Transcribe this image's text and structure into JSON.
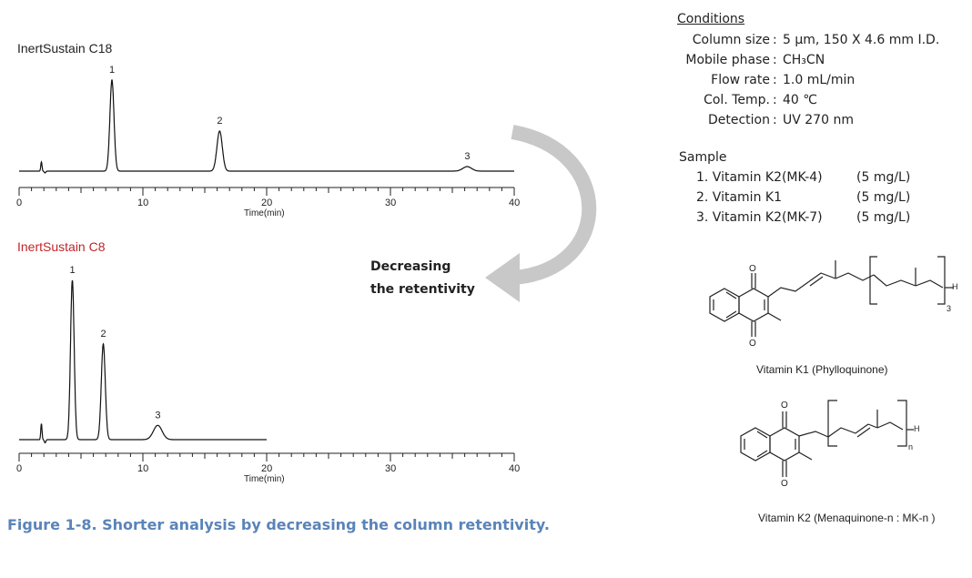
{
  "chart_data": [
    {
      "type": "line",
      "title": "InertSustain C18",
      "xlabel": "Time(min)",
      "xlim": [
        0,
        40
      ],
      "xticks": [
        0,
        10,
        20,
        30,
        40
      ],
      "peaks": [
        {
          "label": "1",
          "time": 7.5,
          "height": 1.0
        },
        {
          "label": "2",
          "time": 16.2,
          "height": 0.44
        },
        {
          "label": "3",
          "time": 36.2,
          "height": 0.05
        }
      ],
      "trace_end": 40
    },
    {
      "type": "line",
      "title": "InertSustain C8",
      "xlabel": "Time(min)",
      "xlim": [
        0,
        40
      ],
      "xticks": [
        0,
        10,
        20,
        30,
        40
      ],
      "peaks": [
        {
          "label": "1",
          "time": 4.3,
          "height": 1.0
        },
        {
          "label": "2",
          "time": 6.8,
          "height": 0.6
        },
        {
          "label": "3",
          "time": 11.2,
          "height": 0.09
        }
      ],
      "trace_end": 20
    }
  ],
  "arrow_text": {
    "line1": "Decreasing",
    "line2": "the retentivity"
  },
  "conditions": {
    "heading": "Conditions",
    "rows": [
      {
        "label": "Column size",
        "value": "5 µm, 150 X 4.6 mm I.D."
      },
      {
        "label": "Mobile phase",
        "value": "CH₃CN"
      },
      {
        "label": "Flow rate",
        "value": "1.0 mL/min"
      },
      {
        "label": "Col. Temp.",
        "value": "40 ℃"
      },
      {
        "label": "Detection",
        "value": "UV 270 nm"
      }
    ]
  },
  "sample": {
    "heading": "Sample",
    "items": [
      {
        "name": "1. Vitamin K2(MK-4)",
        "conc": "(5 mg/L)"
      },
      {
        "name": "2. Vitamin K1",
        "conc": "(5 mg/L)"
      },
      {
        "name": "3. Vitamin K2(MK-7)",
        "conc": "(5 mg/L)"
      }
    ]
  },
  "structures": {
    "k1": {
      "caption": "Vitamin K1 (Phylloquinone)",
      "o": "O",
      "h": "H",
      "sub": "3"
    },
    "k2": {
      "caption": "Vitamin K2 (Menaquinone-n : MK-n )",
      "o": "O",
      "h": "H",
      "sub": "n"
    }
  },
  "caption": "Figure 1-8. Shorter analysis by decreasing the column retentivity.",
  "colors": {
    "c8_title": "#c0252a",
    "caption": "#5a84b8",
    "arrow": "#c8c8c8"
  }
}
